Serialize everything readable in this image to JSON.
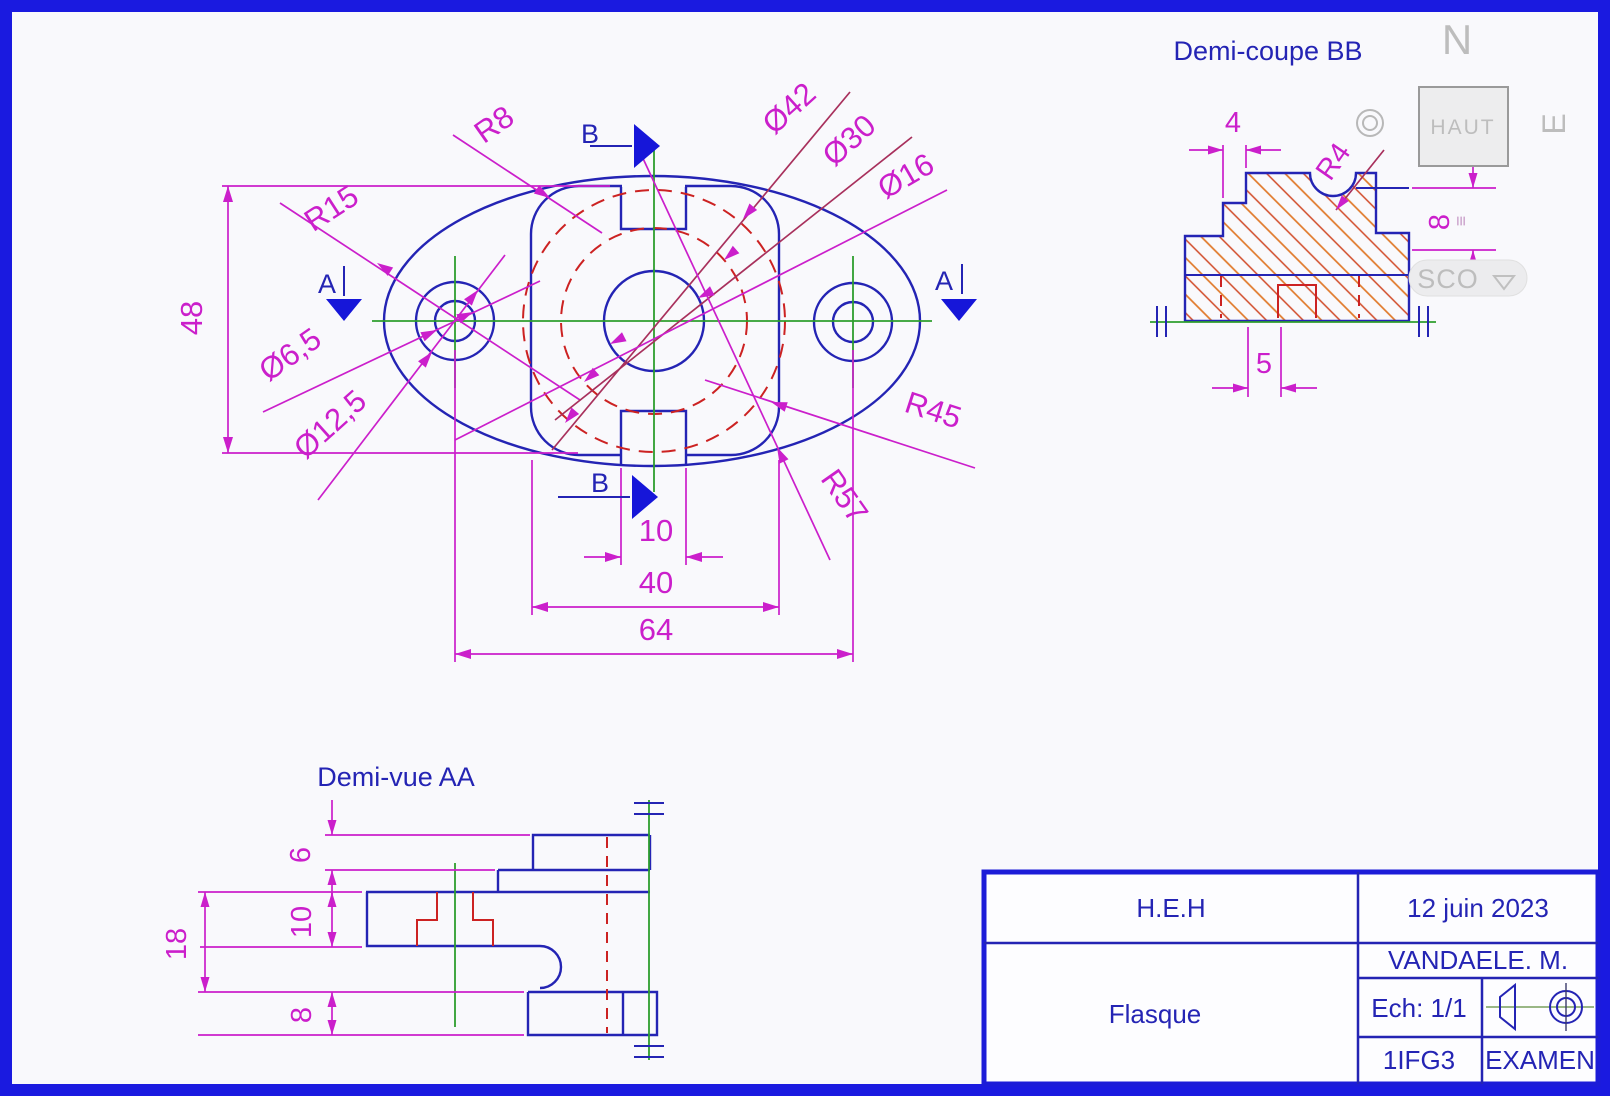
{
  "colors": {
    "frame_blue": "#1a1ae0",
    "line_blue": "#2424b4",
    "dim_magenta": "#cb1fcb",
    "leader_crimson": "#a8305c",
    "hidden_red": "#cc2222",
    "centerline_green": "#2e9e2e",
    "hatch_orange": "#e07828",
    "hatch_red": "#d14a28",
    "watermark_gray": "#bdbdbd"
  },
  "main_view": {
    "section_a": "A",
    "section_b": "B",
    "labels": {
      "height": "48",
      "hole_spacing": "64",
      "boss_width": "40",
      "slot_width": "10",
      "r8": "R8",
      "r15": "R15",
      "d6_5": "Ø6,5",
      "d12_5": "Ø12,5",
      "d42": "Ø42",
      "d30": "Ø30",
      "d16": "Ø16",
      "r45": "R45",
      "r57": "R57"
    }
  },
  "bb_view": {
    "title": "Demi-coupe BB",
    "step_width": "4",
    "fillet": "R4",
    "height": "8",
    "tolerance_mark": "≡",
    "slot_width": "5"
  },
  "aa_view": {
    "title": "Demi-vue AA",
    "t6": "6",
    "t10": "10",
    "t18": "18",
    "t8": "8"
  },
  "title_block": {
    "org": "H.E.H",
    "date": "12 juin 2023",
    "author": "VANDAELE. M.",
    "part_name": "Flasque",
    "scale": "Ech: 1/1",
    "class_code": "1IFG3",
    "doc_type": "EXAMEN"
  },
  "watermarks": {
    "n": "N",
    "e": "E",
    "haut": "HAUT",
    "sco": "SCO"
  }
}
